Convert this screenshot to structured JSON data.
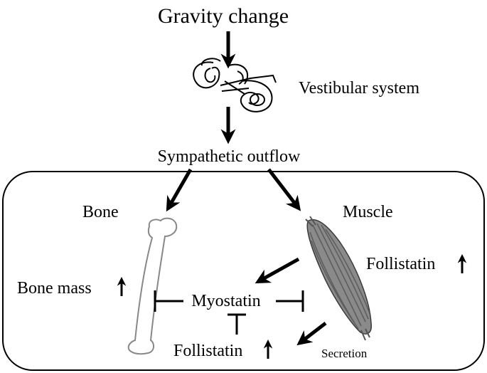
{
  "title": "Gravity change",
  "labels": {
    "vestibular": "Vestibular system",
    "sympathetic": "Sympathetic outflow",
    "bone": "Bone",
    "muscle": "Muscle",
    "bone_mass": "Bone mass",
    "myostatin": "Myostatin",
    "follistatin_bottom": "Follistatin",
    "follistatin_right": "Follistatin",
    "secretion": "Secretion"
  },
  "icons": {
    "inner_ear": "inner-ear-icon",
    "bone": "femur-bone-icon",
    "muscle": "muscle-icon",
    "up_arrow": "up-arrow-icon"
  },
  "colors": {
    "stroke": "#000000",
    "muscle_fill": "#8a8a8a",
    "muscle_stripe": "#5c5c5c"
  }
}
